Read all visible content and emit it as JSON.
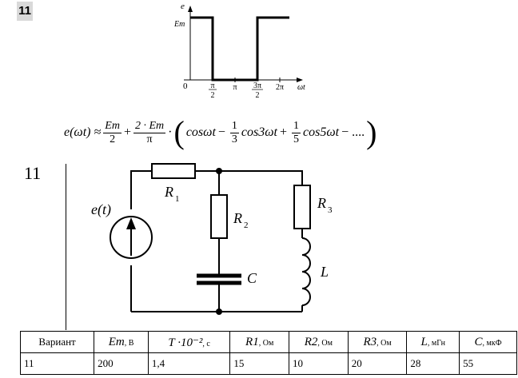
{
  "problem_number": "11",
  "plot": {
    "y_label": "e",
    "y_tick": "Em",
    "x_label": "ωt",
    "origin": "0",
    "x_ticks": [
      {
        "num": "π",
        "den": "2"
      },
      {
        "text": "π"
      },
      {
        "num": "3π",
        "den": "2"
      },
      {
        "text": "2π"
      }
    ]
  },
  "formula": {
    "lhs": "e(ωt) ≈",
    "f1_num": "Em",
    "f1_den": "2",
    "plus1": "+",
    "f2_num": "2 · Em",
    "f2_den": "π",
    "dot": "·",
    "cos1": "cosωt",
    "minus": "−",
    "f3_num": "1",
    "f3_den": "3",
    "cos3": "cos3ωt",
    "plus2": "+",
    "f4_num": "1",
    "f4_den": "5",
    "cos5": "cos5ωt",
    "tail": "− ....",
    "open_paren": "(",
    "close_paren": ")"
  },
  "circuit": {
    "number": "11",
    "source_label": "e(t)",
    "r1": "R",
    "r1_sub": "1",
    "r2": "R",
    "r2_sub": "2",
    "r3": "R",
    "r3_sub": "3",
    "c": "C",
    "l": "L"
  },
  "table": {
    "headers": [
      {
        "main": "Вариант",
        "unit": ""
      },
      {
        "main": "Em",
        "unit": ", В"
      },
      {
        "main": "T ·10⁻²",
        "unit": ", с"
      },
      {
        "main": "R1",
        "unit": ", Ом"
      },
      {
        "main": "R2",
        "unit": ", Ом"
      },
      {
        "main": "R3",
        "unit": ", Ом"
      },
      {
        "main": "L",
        "unit": ", мГн"
      },
      {
        "main": "C",
        "unit": ", мкФ"
      }
    ],
    "row": [
      "11",
      "200",
      "1,4",
      "15",
      "10",
      "20",
      "28",
      "55"
    ]
  }
}
